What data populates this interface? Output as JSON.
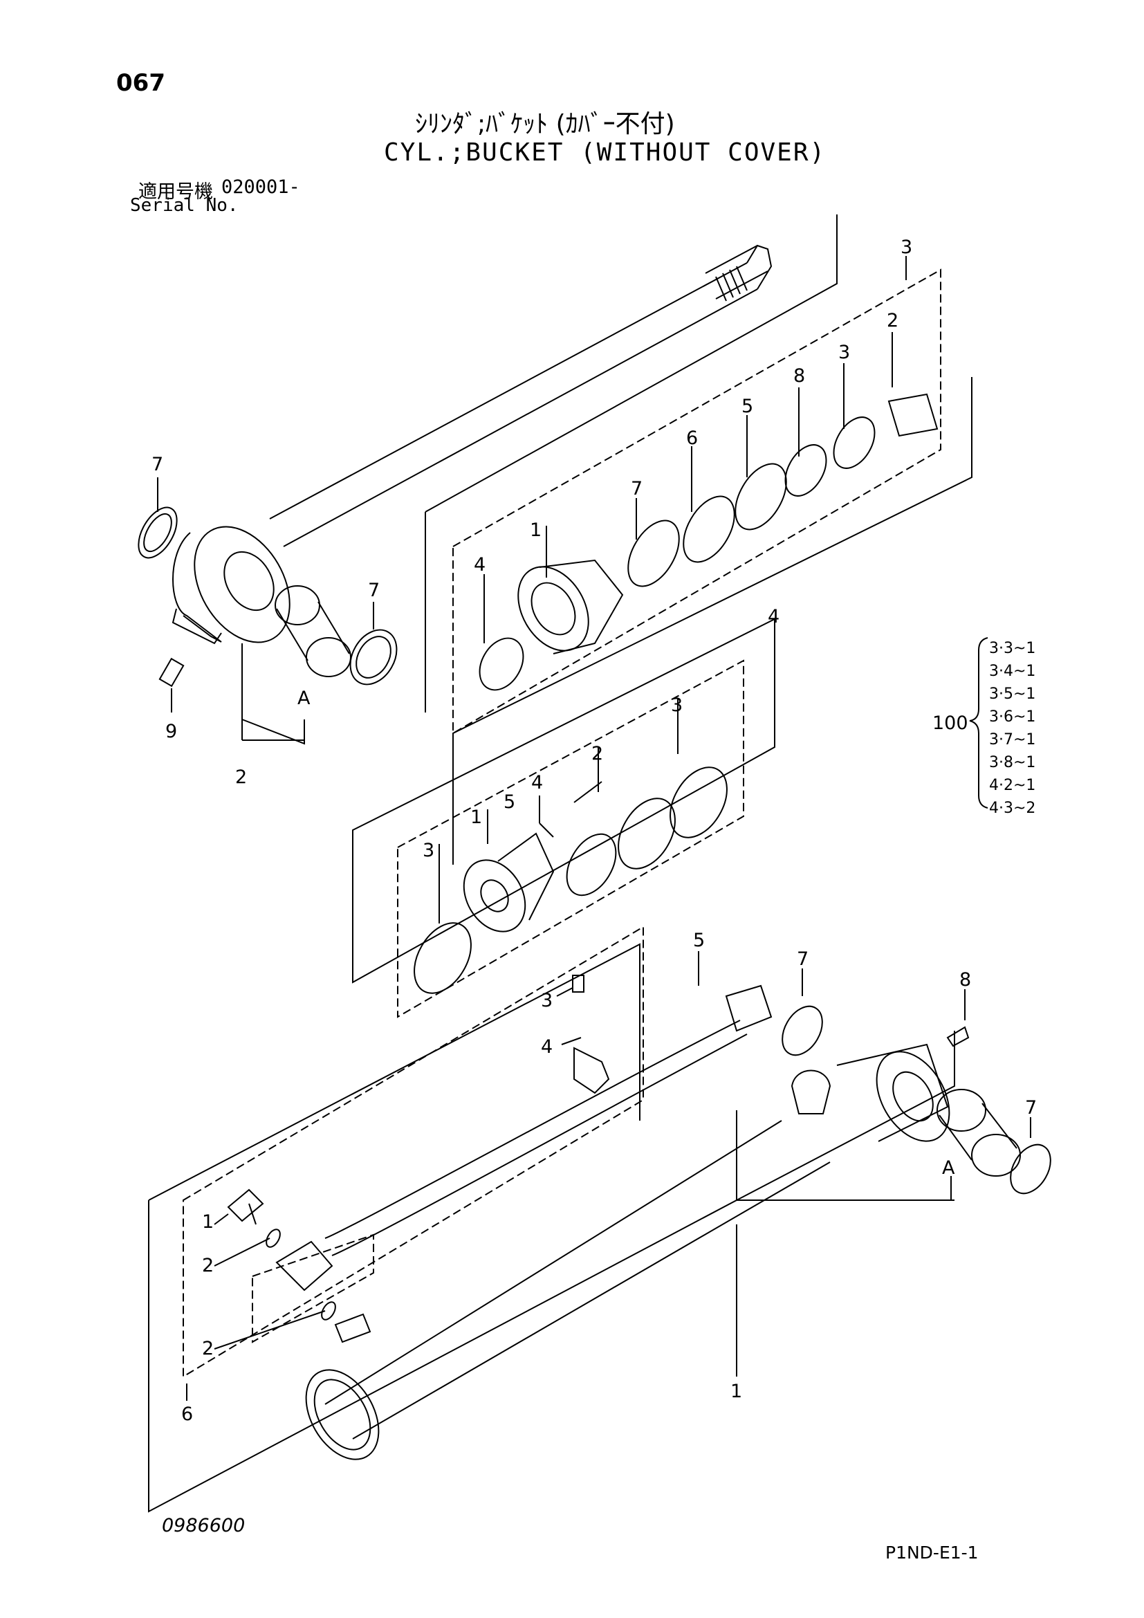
{
  "page_number": "067",
  "title_jp": "ｼﾘﾝﾀﾞ;ﾊﾞｹｯﾄ (ｶﾊﾞｰ不付)",
  "title_en": "CYL.;BUCKET (WITHOUT COVER)",
  "serial": {
    "label_jp": "適用号機",
    "value": "020001-",
    "label_en": "Serial No."
  },
  "kit": {
    "label": "100",
    "items": [
      "3·3~1",
      "3·4~1",
      "3·5~1",
      "3·6~1",
      "3·7~1",
      "3·8~1",
      "4·2~1",
      "4·3~2"
    ]
  },
  "callouts": {
    "rod_top_7": "7",
    "rod_right_7": "7",
    "rod_9": "9",
    "rod_A": "A",
    "rod_2": "2",
    "kit3": "3",
    "kit3_2": "2",
    "kit3_3": "3",
    "kit3_8": "8",
    "kit3_5": "5",
    "kit3_6": "6",
    "kit3_7": "7",
    "kit3_1": "1",
    "kit3_4": "4",
    "kit4": "4",
    "kit4_3a": "3",
    "kit4_2": "2",
    "kit4_4": "4",
    "kit4_5": "5",
    "kit4_1": "1",
    "kit4_3b": "3",
    "tube_5": "5",
    "tube_7a": "7",
    "tube_8": "8",
    "tube_7b": "7",
    "tube_3": "3",
    "tube_4": "4",
    "tube_A": "A",
    "tube_1a": "1",
    "tube_2a": "2",
    "tube_2b": "2",
    "tube_6": "6",
    "tube_1b": "1"
  },
  "drawing_number": "0986600",
  "page_code": "P1ND-E1-1"
}
